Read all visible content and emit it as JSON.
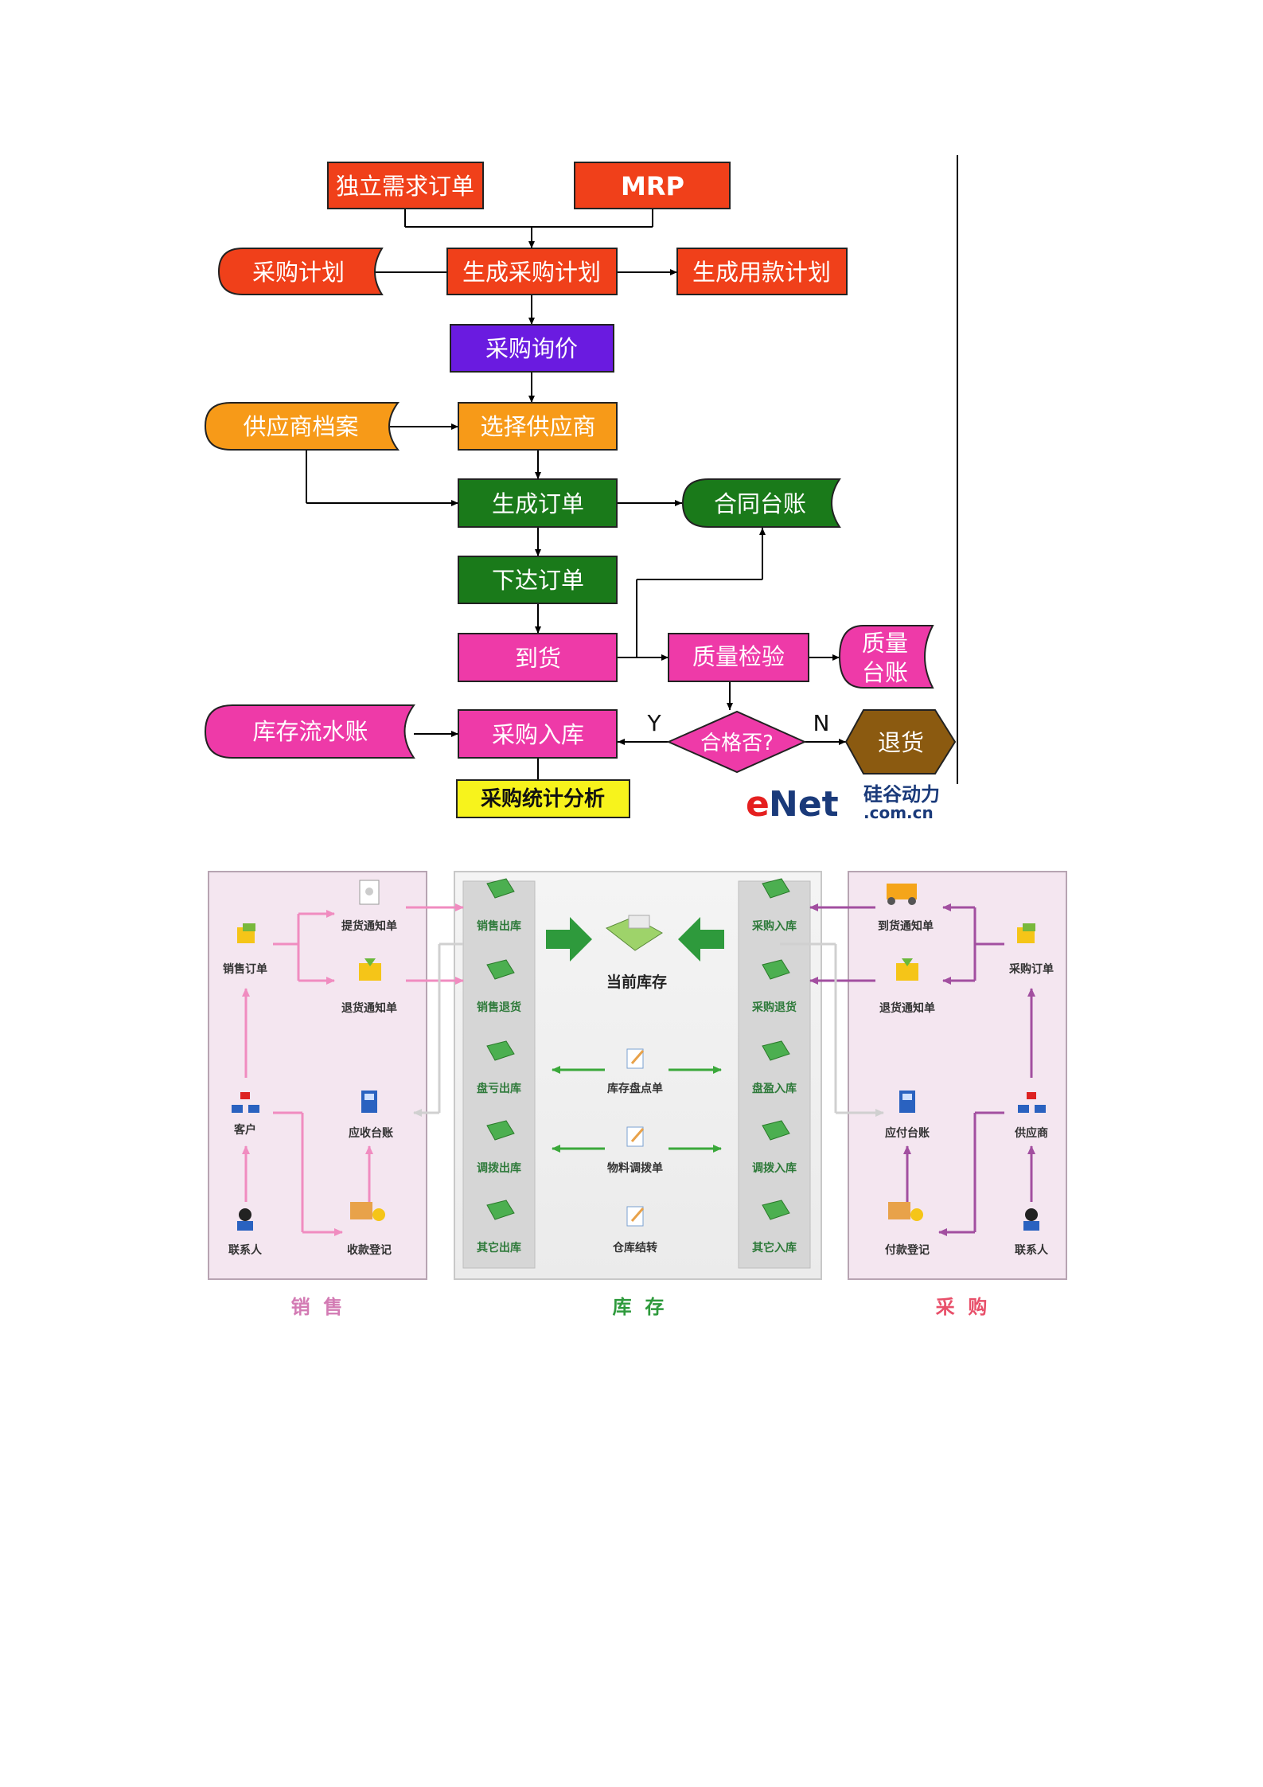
{
  "flow": {
    "independent_order": "独立需求订单",
    "mrp": "MRP",
    "purchase_plan": "采购计划",
    "gen_purchase_plan": "生成采购计划",
    "gen_payment_plan": "生成用款计划",
    "inquiry": "采购询价",
    "supplier_file": "供应商档案",
    "select_supplier": "选择供应商",
    "gen_order": "生成订单",
    "contract_ledger": "合同台账",
    "issue_order": "下达订单",
    "arrival": "到货",
    "quality_check": "质量检验",
    "quality_ledger_1": "质量",
    "quality_ledger_2": "台账",
    "stock_journal": "库存流水账",
    "purchase_in": "采购入库",
    "qualified": "合格否?",
    "yes": "Y",
    "no": "N",
    "return_goods": "退货",
    "stats": "采购统计分析",
    "logo_e": "e",
    "logo_net": "Net",
    "logo_cn_text": "硅谷动力",
    "logo_domain": ".com.cn"
  },
  "panels": {
    "sales": {
      "title": "销  售",
      "color": "#d37bb4",
      "items": {
        "sales_order": "销售订单",
        "pickup_notice": "提货通知单",
        "return_notice": "退货通知单",
        "customer": "客户",
        "receivable_ledger": "应收台账",
        "contact": "联系人",
        "receipt_register": "收款登记"
      }
    },
    "stock": {
      "title": "库  存",
      "color": "#2e9a3c",
      "items": {
        "sales_out": "销售出库",
        "sales_return": "销售退货",
        "loss_out": "盘亏出库",
        "transfer_out": "调拨出库",
        "other_out": "其它出库",
        "current_stock": "当前库存",
        "stocktake": "库存盘点单",
        "material_transfer": "物料调拨单",
        "warehouse_close": "仓库结转",
        "purchase_in": "采购入库",
        "purchase_return": "采购退货",
        "gain_in": "盘盈入库",
        "transfer_in": "调拨入库",
        "other_in": "其它入库"
      }
    },
    "purchase": {
      "title": "采  购",
      "color": "#e8506a",
      "items": {
        "arrival_notice": "到货通知单",
        "purchase_order": "采购订单",
        "return_notice": "退货通知单",
        "payable_ledger": "应付台账",
        "supplier": "供应商",
        "payment_register": "付款登记",
        "contact": "联系人"
      }
    }
  },
  "colors": {
    "red_box": "#f0401a",
    "purple_box": "#6a1be0",
    "orange_box": "#f79a18",
    "green_box": "#1a7a1a",
    "magenta_box": "#ee3aa8",
    "brown_box": "#8b5a10",
    "yellow_box": "#f7f31c"
  }
}
